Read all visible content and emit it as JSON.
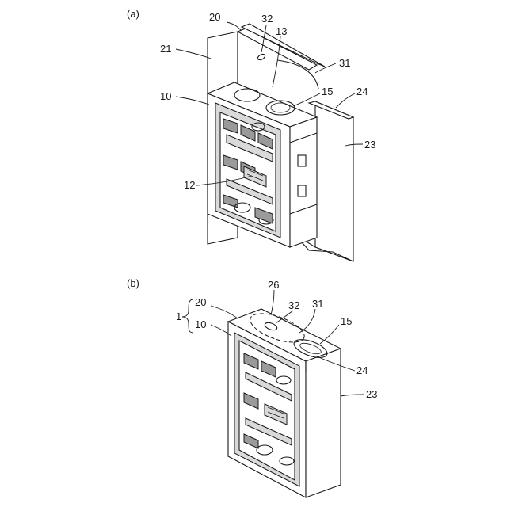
{
  "panel_a": {
    "caption": "(a)",
    "labels": {
      "l20": "20",
      "l32": "32",
      "l13": "13",
      "l21": "21",
      "l31": "31",
      "l10": "10",
      "l15": "15",
      "l24": "24",
      "l23": "23",
      "l12": "12"
    }
  },
  "panel_b": {
    "caption": "(b)",
    "labels": {
      "l1": "1",
      "l20": "20",
      "l10": "10",
      "l26": "26",
      "l32": "32",
      "l31": "31",
      "l15": "15",
      "l24": "24",
      "l23": "23"
    }
  }
}
